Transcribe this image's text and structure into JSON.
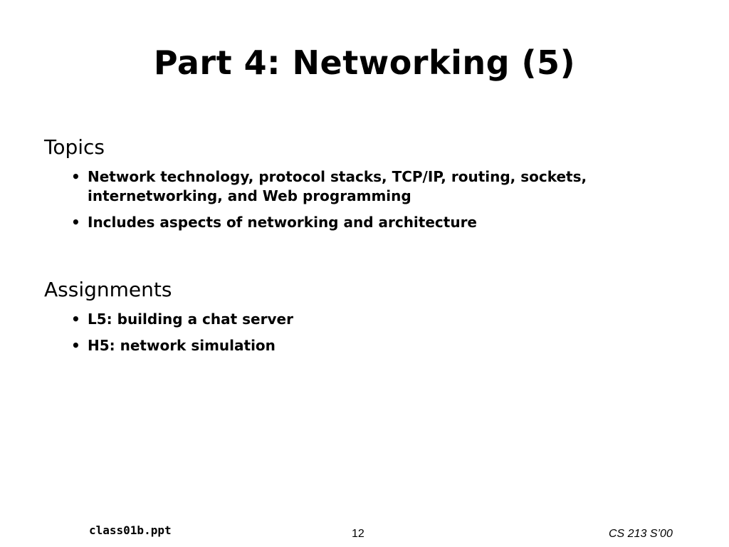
{
  "slide": {
    "title": "Part 4: Networking (5)",
    "sections": [
      {
        "heading": "Topics",
        "bullets": [
          "Network technology, protocol stacks, TCP/IP, routing, sockets, internetworking, and Web programming",
          "Includes aspects of networking and architecture"
        ]
      },
      {
        "heading": "Assignments",
        "bullets": [
          "L5: building a chat server",
          "H5: network simulation"
        ]
      }
    ],
    "bullet_glyph": "•"
  },
  "footer": {
    "filename": "class01b.ppt",
    "page_number": "12",
    "course": "CS 213 S’00"
  }
}
